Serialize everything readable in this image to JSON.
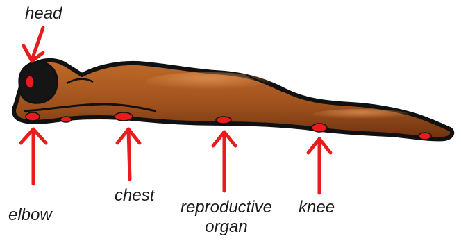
{
  "labels": {
    "head": "head",
    "elbow": "elbow",
    "chest": "chest",
    "reproductive_line1": "reproductive",
    "reproductive_line2": "organ",
    "knee": "knee"
  },
  "colors": {
    "skin": "#a0521d",
    "skin_shadow": "#6e3210",
    "outline": "#111111",
    "marker": "#e81c1c",
    "text": "#1a1a1a"
  }
}
